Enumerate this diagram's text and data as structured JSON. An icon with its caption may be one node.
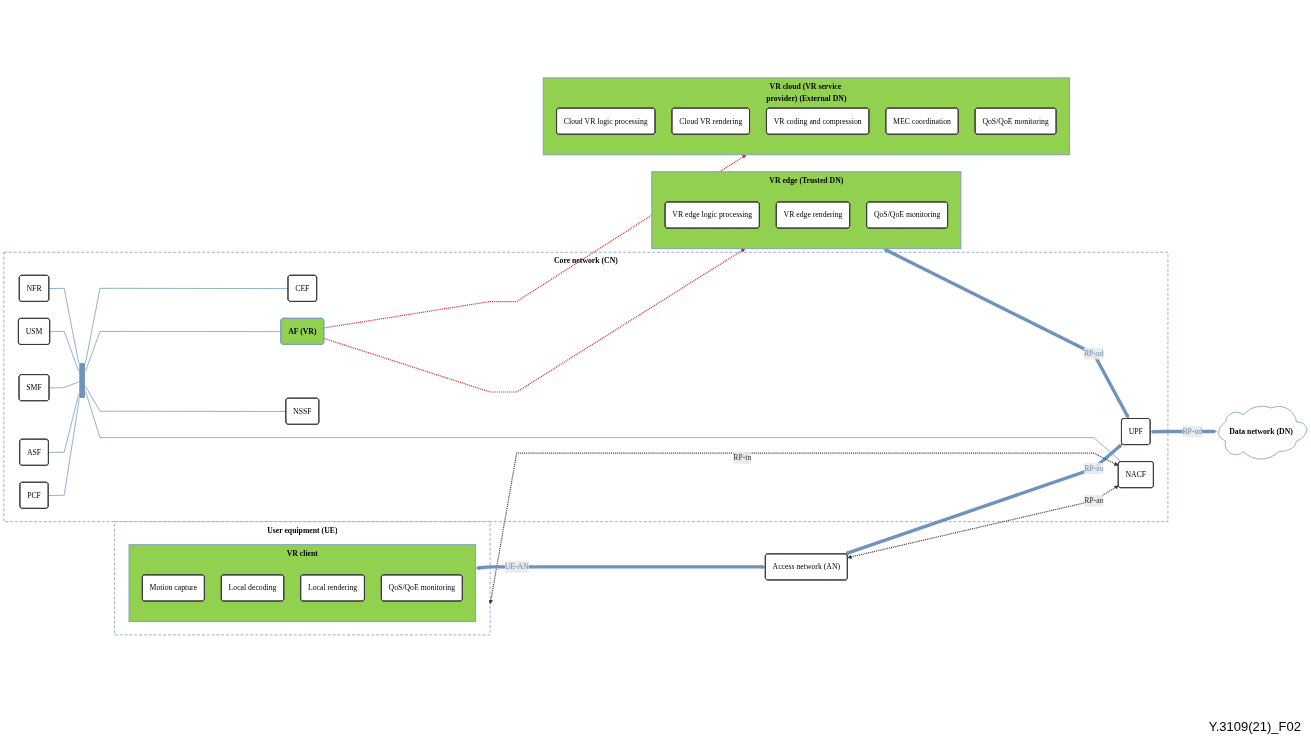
{
  "diagram": {
    "nodes": [
      {
        "text": [
          "User equipment (UE)"
        ]
      },
      {
        "text": [
          "VR client"
        ],
        "in": 0
      },
      {
        "text": [
          "Motion capture"
        ],
        "in": 1
      },
      {
        "text": [
          "Local decoding"
        ],
        "in": 1
      },
      {
        "text": [
          "Local rendering"
        ],
        "in": 1
      },
      {
        "text": [
          "QoS/QoE monitoring"
        ],
        "in": 1
      },
      {
        "text": [
          "Access network (AN)"
        ]
      },
      {
        "text": [
          "Core network (CN)"
        ]
      },
      {
        "text": [
          "NFR"
        ],
        "in": 7
      },
      {
        "text": [
          "USM"
        ],
        "in": 7
      },
      {
        "text": [
          "SMF"
        ],
        "in": 7
      },
      {
        "text": [
          "ASF"
        ],
        "in": 7
      },
      {
        "text": [
          "PCF"
        ],
        "in": 7
      },
      {
        "text": [],
        "shape": "bar",
        "in": 7
      },
      {
        "text": [
          "NACF"
        ],
        "in": 7
      },
      {
        "text": [
          "NSSF"
        ],
        "in": 7
      },
      {
        "text": [
          "CEF"
        ],
        "in": 7
      },
      {
        "text": [
          "AF (VR)"
        ],
        "in": 7
      },
      {
        "text": [
          "UPF"
        ],
        "in": 7
      },
      {
        "text": [
          "VR edge (Trusted DN)"
        ]
      },
      {
        "text": [
          "VR edge logic processing"
        ],
        "in": 19
      },
      {
        "text": [
          "VR edge rendering"
        ],
        "in": 19
      },
      {
        "text": [
          "QoS/QoE monitoring"
        ],
        "in": 19
      },
      {
        "text": [
          "VR cloud (VR service provider) (External DN)"
        ]
      },
      {
        "text": [
          "Cloud VR logic processing"
        ],
        "in": 23
      },
      {
        "text": [
          "Cloud VR rendering"
        ],
        "in": 23
      },
      {
        "text": [
          "VR coding and compression"
        ],
        "in": 23
      },
      {
        "text": [
          "MEC coordination"
        ],
        "in": 23
      },
      {
        "text": [
          "QoS/QoE monitoring"
        ],
        "in": 23
      },
      {
        "text": [
          "Data network (DN)"
        ]
      }
    ],
    "edges": [
      {
        "from": 8,
        "to": 13,
        "arrow": "none"
      },
      {
        "from": 9,
        "to": 13,
        "arrow": "none"
      },
      {
        "from": 10,
        "to": 13,
        "arrow": "none"
      },
      {
        "from": 11,
        "to": 13,
        "arrow": "none"
      },
      {
        "from": 12,
        "to": 13,
        "arrow": "none"
      },
      {
        "from": 13,
        "to": 14,
        "arrow": "none"
      },
      {
        "from": 13,
        "to": 15,
        "arrow": "none"
      },
      {
        "from": 13,
        "to": 17,
        "arrow": "none"
      },
      {
        "from": 13,
        "to": 16,
        "arrow": "none"
      },
      {
        "from": 0,
        "to": 14,
        "arrow": "both",
        "label": "RP-tn",
        "style": "dashed",
        "color": "#333333"
      },
      {
        "from": 6,
        "to": 14,
        "arrow": "both",
        "label": "RP-an",
        "style": "dashed",
        "color": "#333333"
      },
      {
        "from": 17,
        "to": 19,
        "arrow": "to",
        "style": "dashed",
        "color": "#cc1f1f"
      },
      {
        "from": 17,
        "to": 23,
        "arrow": "to",
        "style": "dashed",
        "color": "#cc1f1f"
      },
      {
        "from": 1,
        "to": 6,
        "arrow": "both",
        "label": "UE-AN",
        "style": "thick"
      },
      {
        "from": 6,
        "to": 18,
        "arrow": "both",
        "label": "RP-au",
        "style": "thick"
      },
      {
        "from": 19,
        "to": 18,
        "arrow": "both",
        "label": "RP-ud",
        "style": "thick"
      },
      {
        "from": 18,
        "to": 29,
        "arrow": "both",
        "label": "RP-ud",
        "style": "thick"
      }
    ],
    "labels": [
      "Y.3109(21)_F02"
    ]
  }
}
